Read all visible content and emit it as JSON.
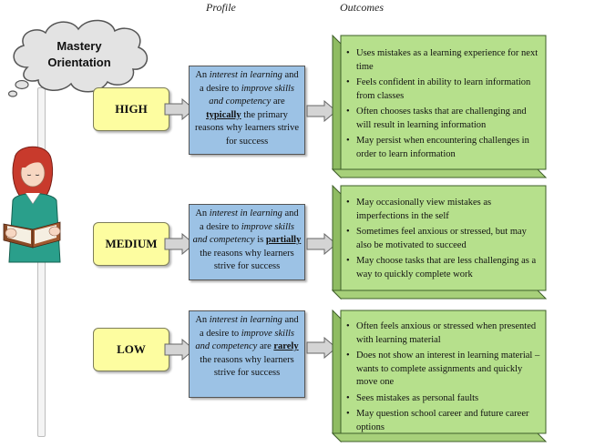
{
  "headers": {
    "profile": "Profile",
    "outcomes": "Outcomes"
  },
  "cloud": {
    "line1": "Mastery",
    "line2": "Orientation"
  },
  "levels": [
    {
      "label": "HIGH",
      "profile": {
        "pre": "An ",
        "em1": "interest in learning",
        "mid": " and a desire to ",
        "em2": "improve skills and competency",
        "are": " are ",
        "ul": "typically",
        "post": " the primary reasons why learners strive for success"
      },
      "outcomes": [
        "Uses mistakes as a learning experience for next time",
        "Feels confident in ability to learn information from classes",
        "Often chooses tasks that are challenging and will result in learning information",
        "May persist when encountering challenges in order to learn information"
      ]
    },
    {
      "label": "MEDIUM",
      "profile": {
        "pre": "An ",
        "em1": "interest in learning",
        "mid": " and a desire to ",
        "em2": "improve skills and competency",
        "are": " is ",
        "ul": "partially",
        "post": " the reasons why learners strive for success"
      },
      "outcomes": [
        "May occasionally view mistakes as imperfections in the self",
        "Sometimes feel anxious or stressed, but may also be motivated to succeed",
        "May choose tasks that are less challenging as a way to quickly complete work"
      ]
    },
    {
      "label": "LOW",
      "profile": {
        "pre": "An ",
        "em1": "interest in learning",
        "mid": " and a desire to ",
        "em2": "improve skills and competency",
        "are": " are ",
        "ul": "rarely",
        "post": " the reasons why learners strive for success"
      },
      "outcomes": [
        "Often feels anxious or stressed when presented with learning material",
        "Does not show an interest in learning material – wants to complete assignments and quickly move one",
        "Sees mistakes as personal faults",
        "May question school career and future career options"
      ]
    }
  ],
  "colors": {
    "level": "#fdfda0",
    "profile": "#9cc2e5",
    "outcome": "#b6e08c",
    "outcome_shade": "#8fbc62"
  },
  "icons": [
    "thought-cloud-icon",
    "reading-girl-icon",
    "arrow-right-icon"
  ]
}
